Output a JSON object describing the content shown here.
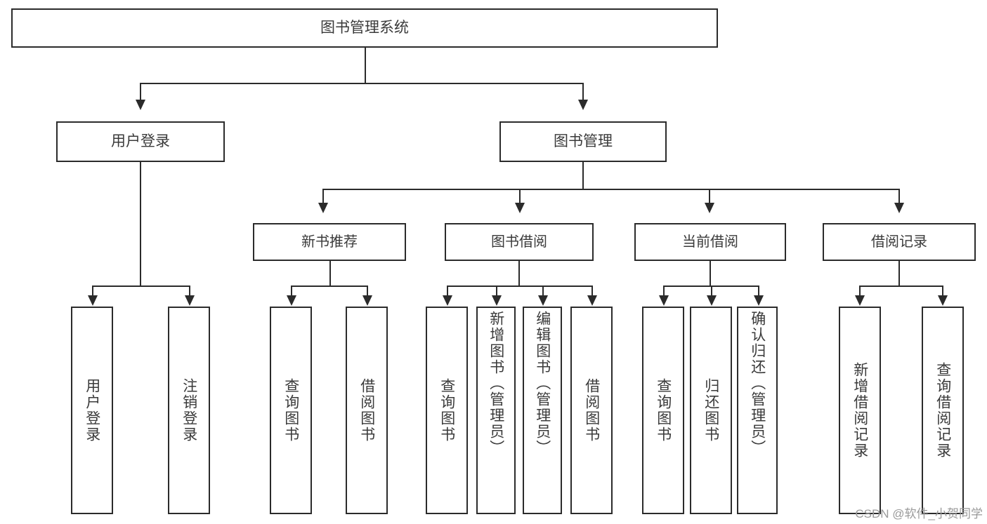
{
  "diagram": {
    "title": "图书管理系统",
    "watermark": "CSDN @软件_小贺同学",
    "stroke_color": "#2b2b2b",
    "text_color": "#3a3a3a",
    "background_color": "#ffffff",
    "type": "tree-hierarchy-diagram"
  },
  "nodes": {
    "root": {
      "label": "图书管理系统"
    },
    "level1": [
      {
        "label": "用户登录"
      },
      {
        "label": "图书管理"
      }
    ],
    "level2": [
      {
        "label": "新书推荐"
      },
      {
        "label": "图书借阅"
      },
      {
        "label": "当前借阅"
      },
      {
        "label": "借阅记录"
      }
    ],
    "leaves": {
      "user_login": [
        {
          "label": "用户登录"
        },
        {
          "label": "注销登录"
        }
      ],
      "new_book_recommend": [
        {
          "label": "查询图书"
        },
        {
          "label": "借阅图书"
        }
      ],
      "book_borrow": [
        {
          "label": "查询图书"
        },
        {
          "label": "新增图书（管理员）"
        },
        {
          "label": "编辑图书（管理员）"
        },
        {
          "label": "借阅图书"
        }
      ],
      "current_borrow": [
        {
          "label": "查询图书"
        },
        {
          "label": "归还图书"
        },
        {
          "label": "确认归还（管理员）"
        }
      ],
      "borrow_record": [
        {
          "label": "新增借阅记录"
        },
        {
          "label": "查询借阅记录"
        }
      ]
    }
  }
}
